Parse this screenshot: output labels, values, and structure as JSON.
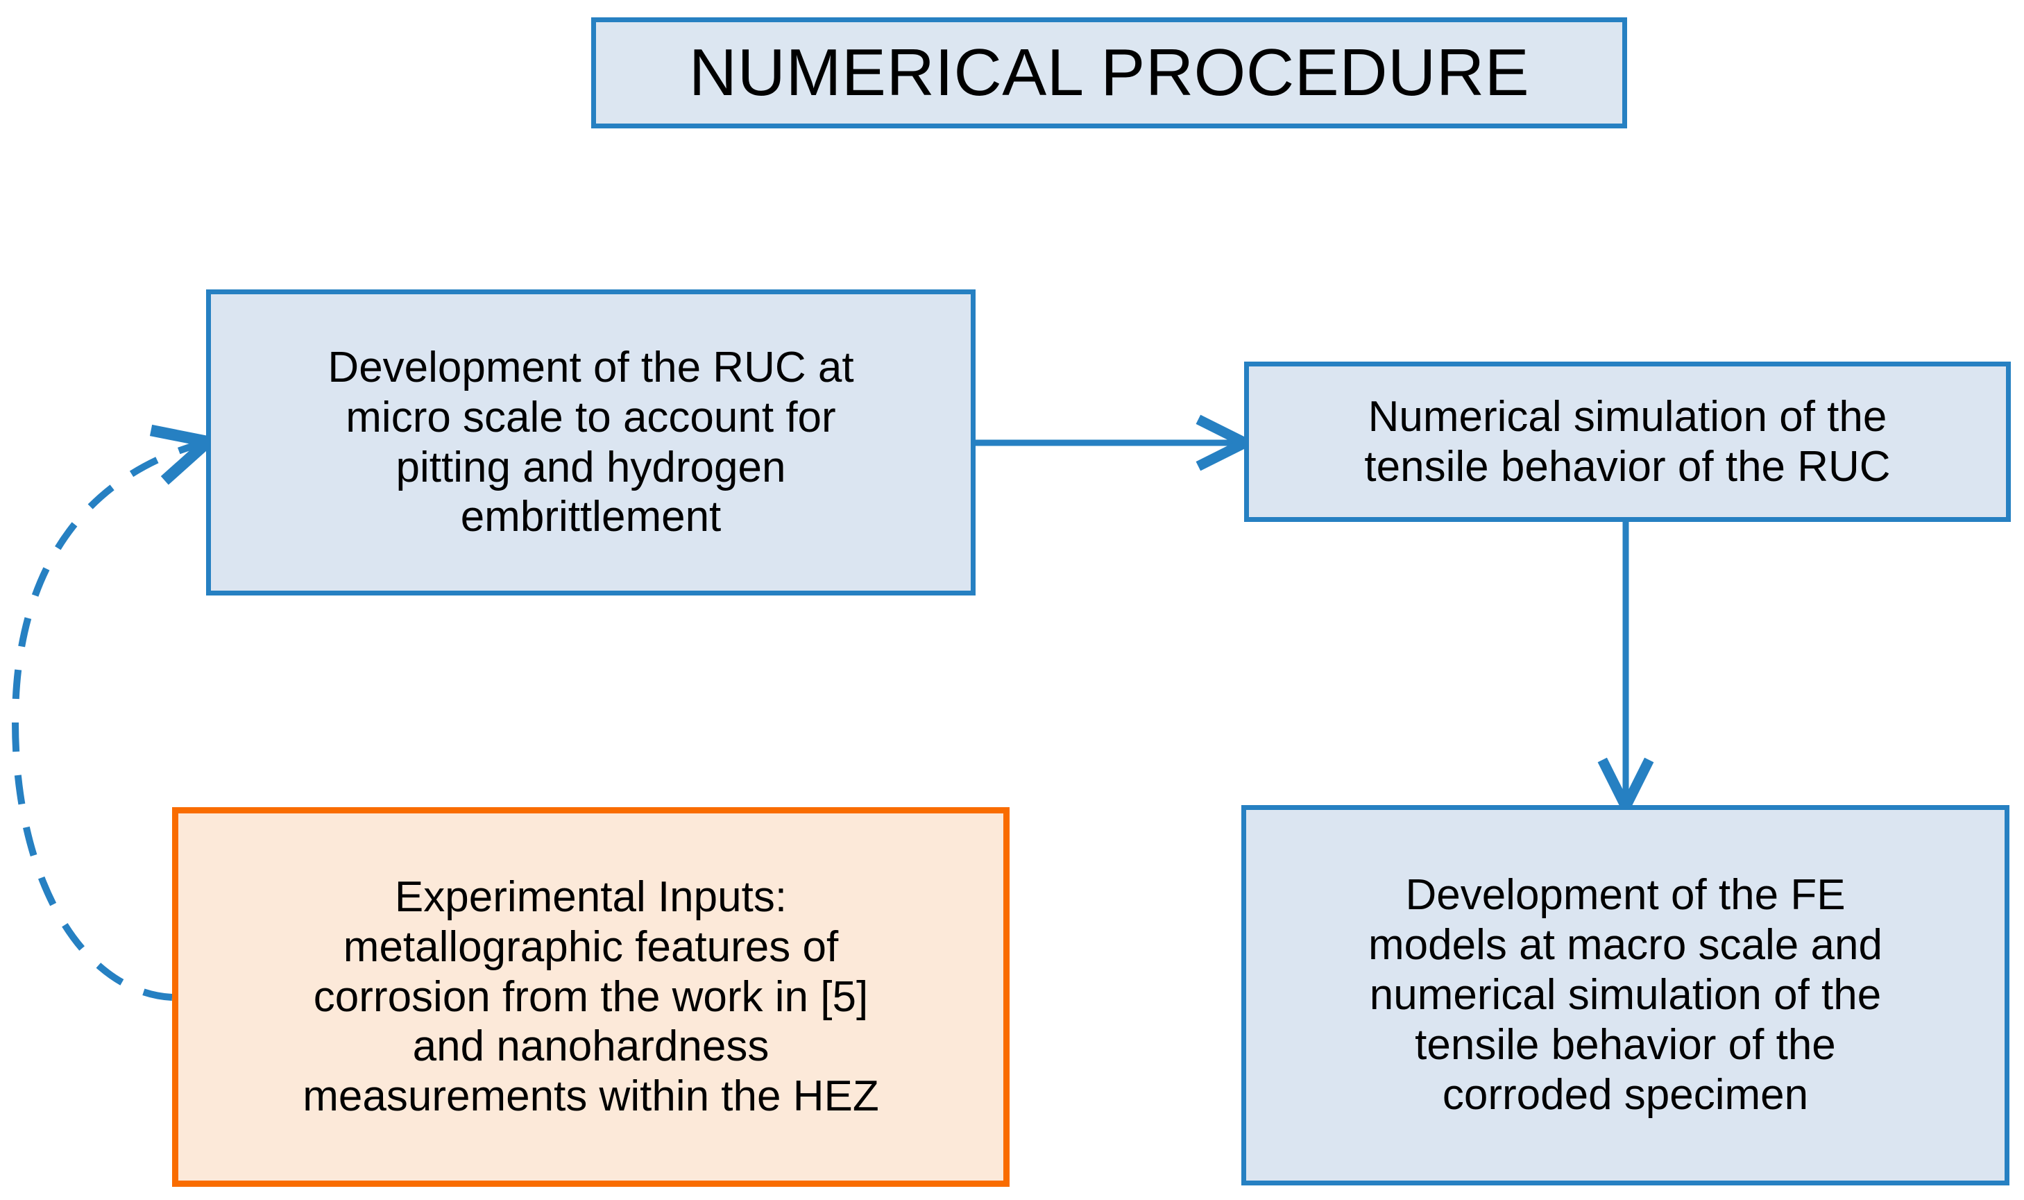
{
  "diagram": {
    "title": "NUMERICAL PROCEDURE",
    "colors": {
      "blue_border": "#2680c2",
      "blue_fill": "#dbe5f1",
      "orange_border": "#f96c00",
      "orange_fill": "#fce9d9",
      "connector_blue": "#2680c2",
      "text": "#000000",
      "background": "#ffffff"
    },
    "nodes": [
      {
        "id": "ruc-development",
        "label": "Development of the RUC at\nmicro scale to account for\npitting and hydrogen\nembrittlement",
        "type": "process",
        "style": "blue"
      },
      {
        "id": "ruc-simulation",
        "label": "Numerical simulation of the\ntensile behavior of the RUC",
        "type": "process",
        "style": "blue"
      },
      {
        "id": "experimental-inputs",
        "label": "Experimental Inputs:\nmetallographic features of\ncorrosion from the work in [5]\nand nanohardness\nmeasurements within the HEZ",
        "type": "input",
        "style": "orange"
      },
      {
        "id": "fe-models",
        "label": "Development of the FE\nmodels at macro scale and\nnumerical simulation of the\ntensile behavior of the\ncorroded specimen",
        "type": "process",
        "style": "blue"
      }
    ],
    "connectors": [
      {
        "id": "ruc-development-to-ruc-simulation",
        "from": "ruc-development",
        "to": "ruc-simulation",
        "style": "solid",
        "direction": "right"
      },
      {
        "id": "ruc-simulation-to-fe-models",
        "from": "ruc-simulation",
        "to": "fe-models",
        "style": "solid",
        "direction": "down"
      },
      {
        "id": "experimental-inputs-to-ruc-development",
        "from": "experimental-inputs",
        "to": "ruc-development",
        "style": "dashed",
        "direction": "curved-up-left"
      }
    ]
  }
}
